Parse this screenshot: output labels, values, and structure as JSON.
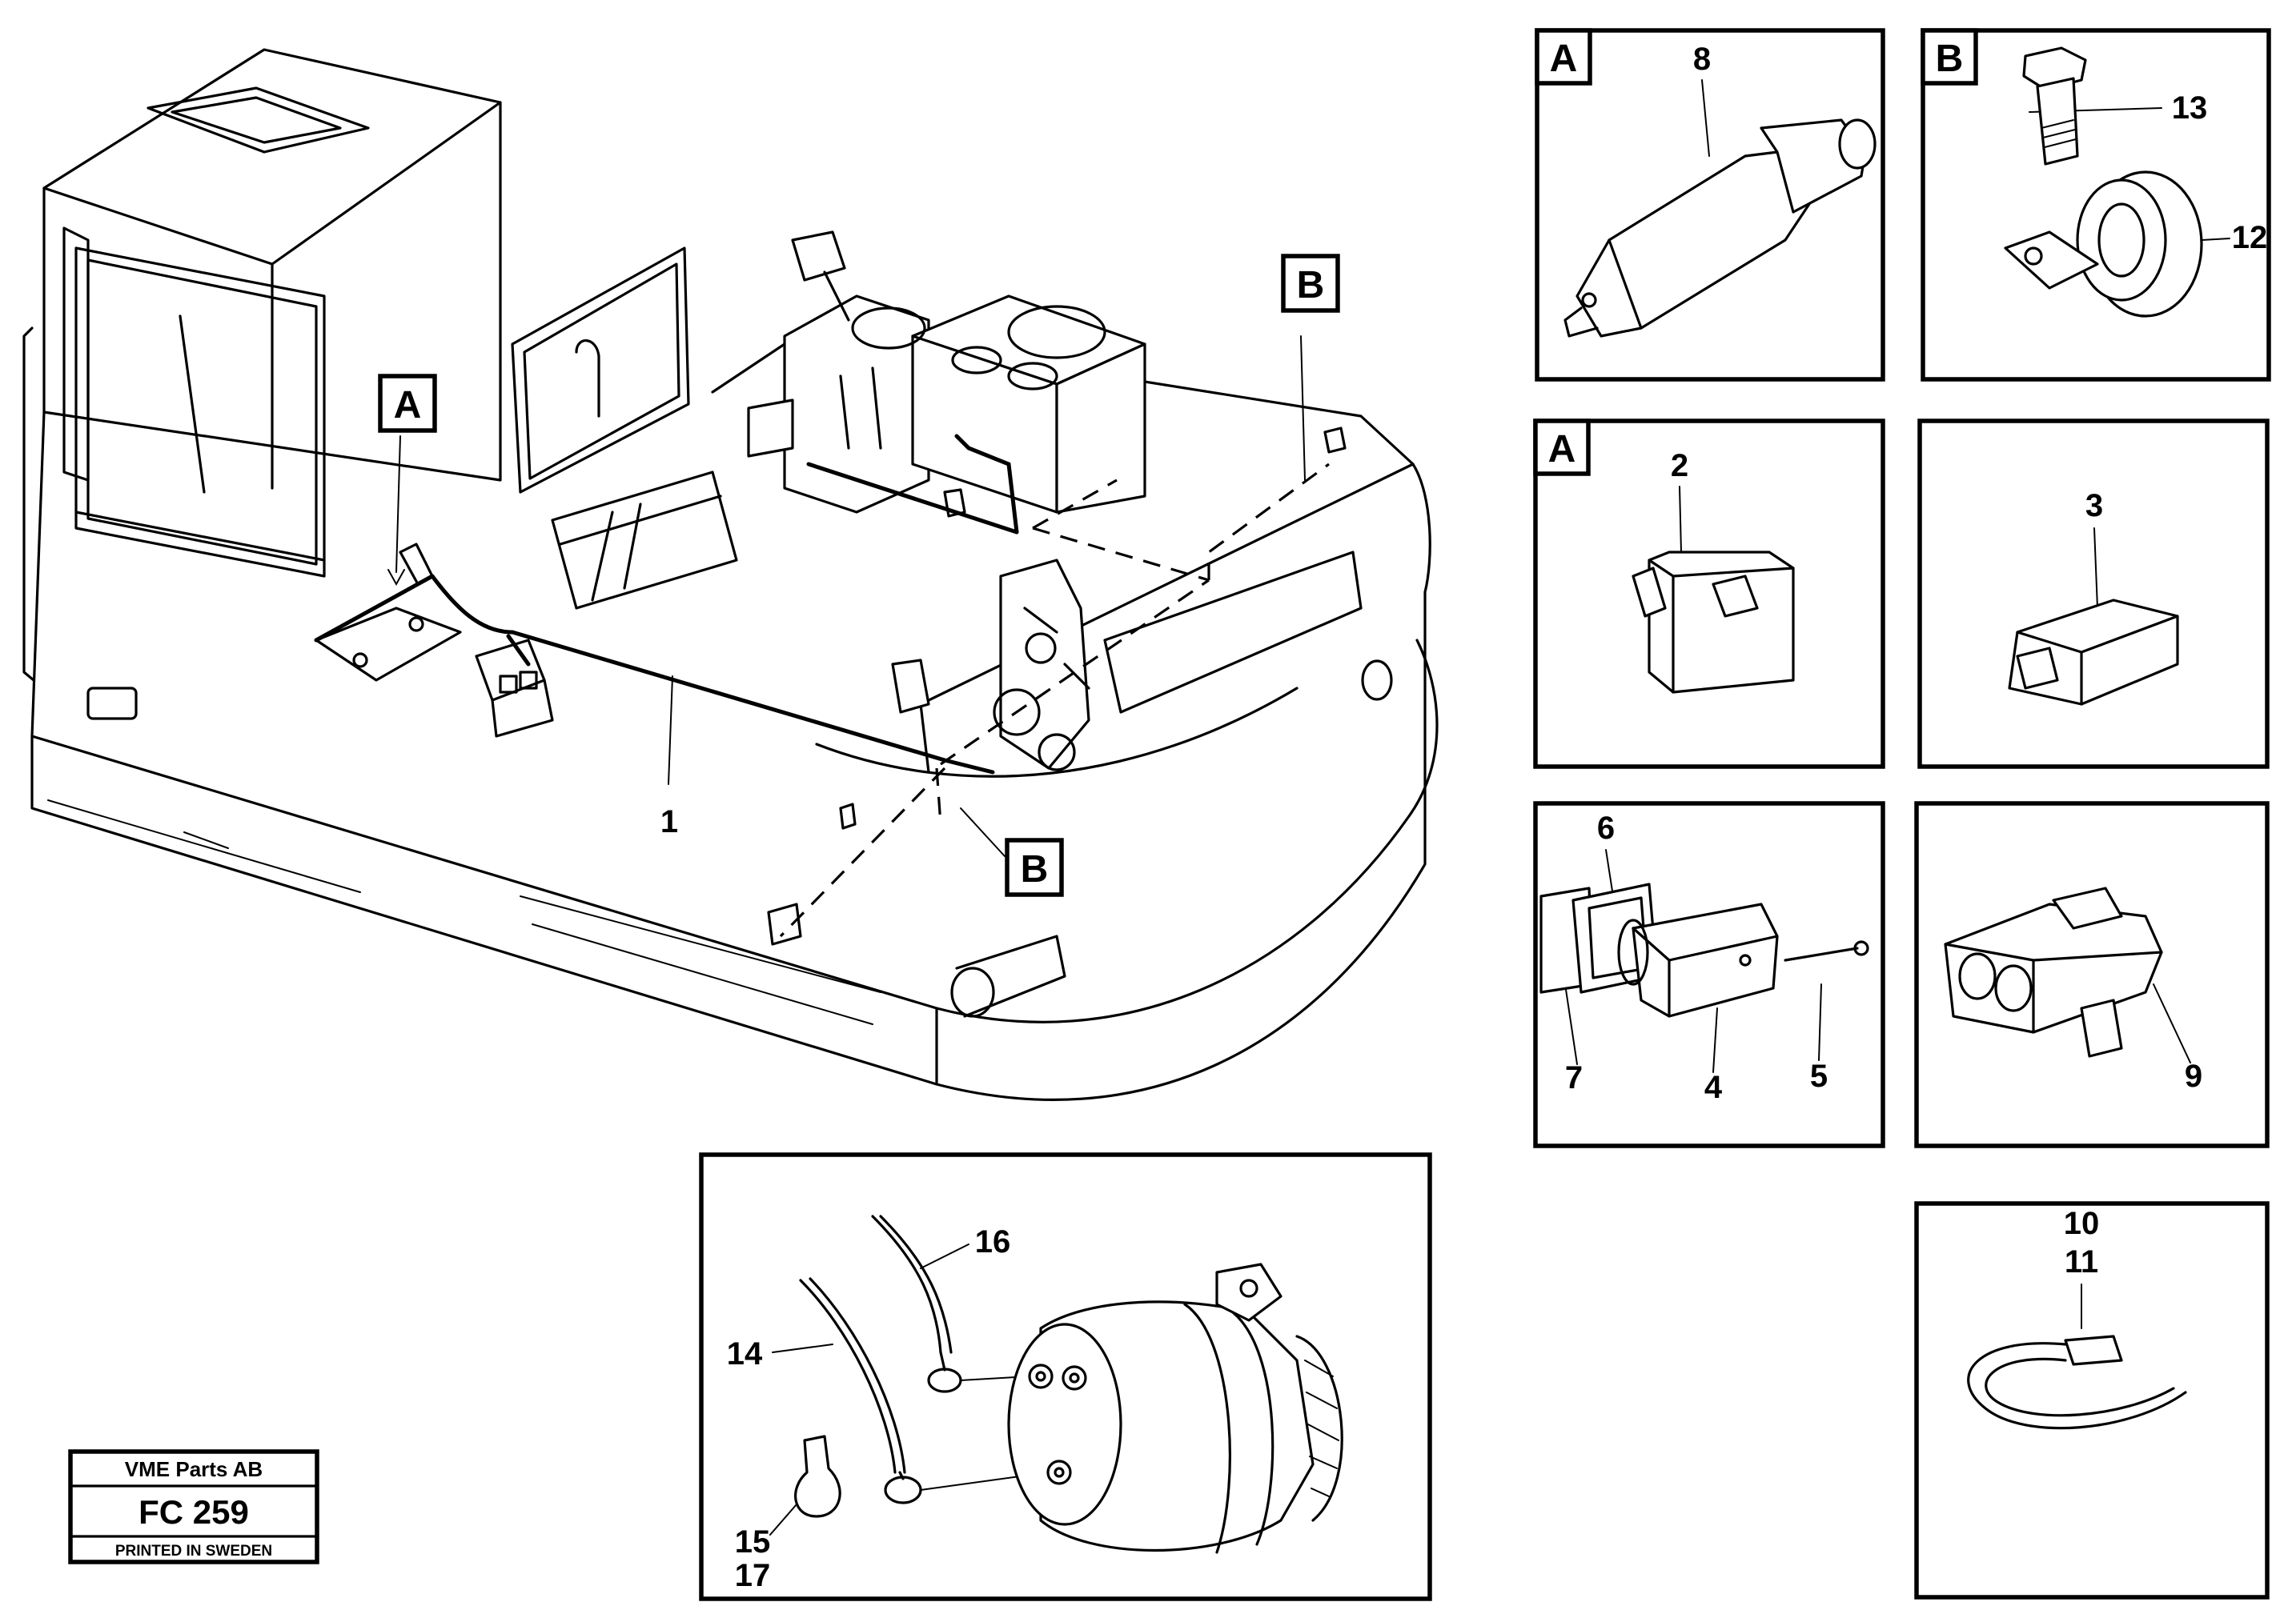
{
  "detail_tags": {
    "a": "A",
    "b": "B"
  },
  "callouts": {
    "n1": "1",
    "n2": "2",
    "n3": "3",
    "n4": "4",
    "n5": "5",
    "n6": "6",
    "n7": "7",
    "n8": "8",
    "n9": "9",
    "n10": "10",
    "n11": "11",
    "n12": "12",
    "n13": "13",
    "n14": "14",
    "n15": "15",
    "n16": "16",
    "n17": "17"
  },
  "stamp": {
    "company": "VME Parts AB",
    "code": "FC 259",
    "printed": "PRINTED IN SWEDEN"
  }
}
